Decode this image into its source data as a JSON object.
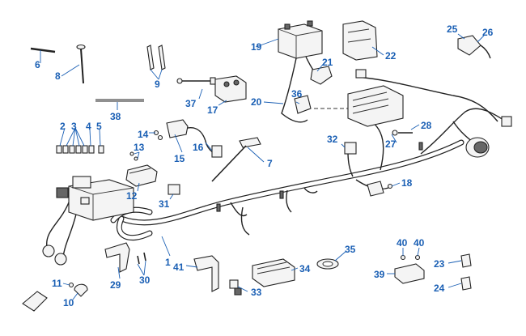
{
  "diagram": {
    "callouts": [
      "1",
      "2",
      "3",
      "4",
      "5",
      "6",
      "7",
      "8",
      "9",
      "10",
      "11",
      "12",
      "13",
      "14",
      "15",
      "16",
      "17",
      "18",
      "19",
      "20",
      "21",
      "22",
      "23",
      "24",
      "25",
      "26",
      "27",
      "28",
      "29",
      "30",
      "31",
      "32",
      "33",
      "34",
      "35",
      "36",
      "37",
      "38",
      "39",
      "40",
      "40",
      "41"
    ]
  },
  "colors": {
    "callout": "#1a5fb4",
    "line": "#222222",
    "background": "#ffffff"
  }
}
